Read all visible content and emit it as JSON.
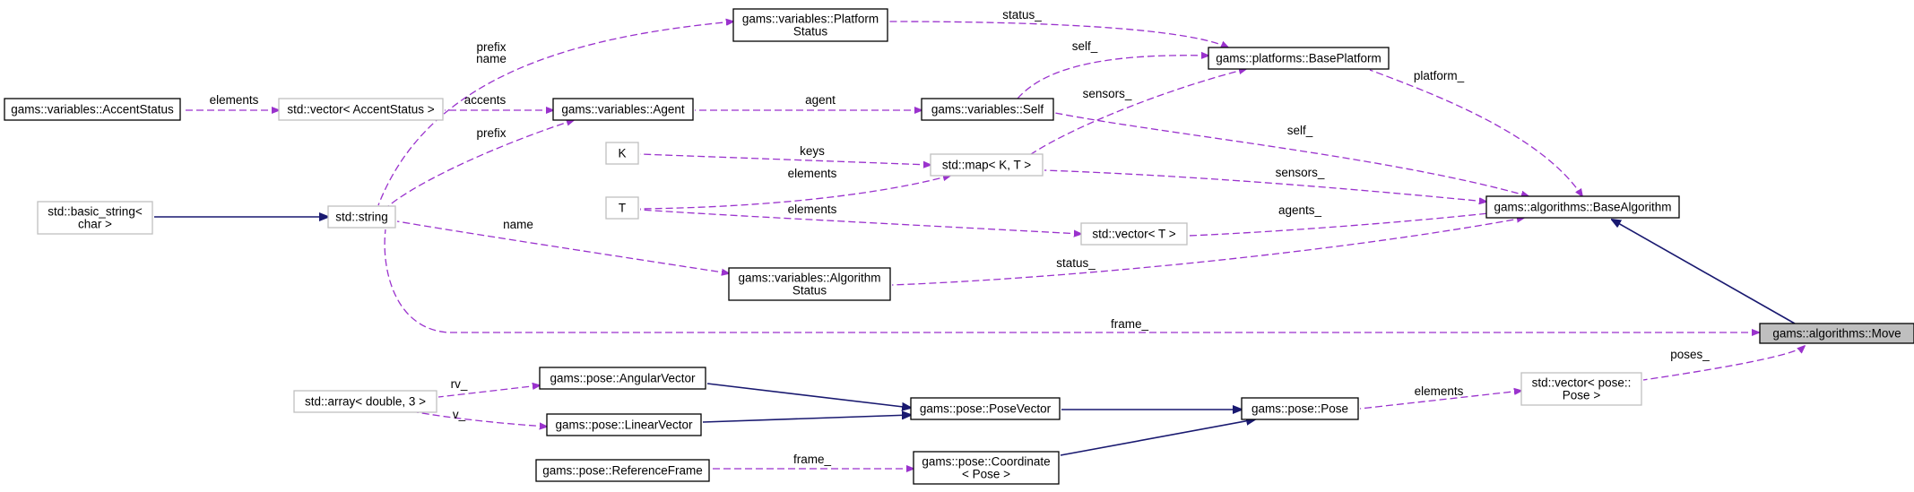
{
  "colors": {
    "usage_edge": "#9a32cd",
    "inheritance_edge": "#191970",
    "external_border": "#bfbfbf",
    "highlight_fill": "#bfbfbf"
  },
  "nodes": [
    {
      "id": "move",
      "lines": [
        "gams::algorithms::Move"
      ],
      "style": "highlight"
    },
    {
      "id": "basealg",
      "lines": [
        "gams::algorithms::BaseAlgorithm"
      ],
      "style": "main"
    },
    {
      "id": "baseplat",
      "lines": [
        "gams::platforms::BasePlatform"
      ],
      "style": "main"
    },
    {
      "id": "platstatus",
      "lines": [
        "gams::variables::Platform",
        "Status"
      ],
      "style": "main"
    },
    {
      "id": "self",
      "lines": [
        "gams::variables::Self"
      ],
      "style": "main"
    },
    {
      "id": "agent",
      "lines": [
        "gams::variables::Agent"
      ],
      "style": "main"
    },
    {
      "id": "accent",
      "lines": [
        "gams::variables::AccentStatus"
      ],
      "style": "main"
    },
    {
      "id": "vecaccent",
      "lines": [
        "std::vector< AccentStatus >"
      ],
      "style": "ext"
    },
    {
      "id": "string",
      "lines": [
        "std::string"
      ],
      "style": "ext"
    },
    {
      "id": "basicstring",
      "lines": [
        "std::basic_string<",
        "char >"
      ],
      "style": "ext"
    },
    {
      "id": "k",
      "lines": [
        "K"
      ],
      "style": "ext"
    },
    {
      "id": "t",
      "lines": [
        "T"
      ],
      "style": "ext"
    },
    {
      "id": "map",
      "lines": [
        "std::map< K, T >"
      ],
      "style": "ext"
    },
    {
      "id": "vect",
      "lines": [
        "std::vector< T >"
      ],
      "style": "ext"
    },
    {
      "id": "algstatus",
      "lines": [
        "gams::variables::Algorithm",
        "Status"
      ],
      "style": "main"
    },
    {
      "id": "vecpose",
      "lines": [
        "std::vector< pose::",
        "Pose >"
      ],
      "style": "ext"
    },
    {
      "id": "pose",
      "lines": [
        "gams::pose::Pose"
      ],
      "style": "main"
    },
    {
      "id": "posevector",
      "lines": [
        "gams::pose::PoseVector"
      ],
      "style": "main"
    },
    {
      "id": "angular",
      "lines": [
        "gams::pose::AngularVector"
      ],
      "style": "main"
    },
    {
      "id": "linear",
      "lines": [
        "gams::pose::LinearVector"
      ],
      "style": "main"
    },
    {
      "id": "array",
      "lines": [
        "std::array< double, 3 >"
      ],
      "style": "ext"
    },
    {
      "id": "coordinate",
      "lines": [
        "gams::pose::Coordinate",
        "< Pose >"
      ],
      "style": "main"
    },
    {
      "id": "refframe",
      "lines": [
        "gams::pose::ReferenceFrame"
      ],
      "style": "main"
    }
  ],
  "edges": [
    {
      "from": "basealg",
      "to": "move",
      "kind": "inheritance"
    },
    {
      "from": "basicstring",
      "to": "string",
      "kind": "inheritance"
    },
    {
      "from": "pose",
      "to": "coordinate",
      "kind": "inheritance"
    },
    {
      "from": "posevector",
      "to": "pose",
      "kind": "inheritance"
    },
    {
      "from": "angular",
      "to": "posevector",
      "kind": "inheritance"
    },
    {
      "from": "linear",
      "to": "posevector",
      "kind": "inheritance"
    },
    {
      "from": "string",
      "to": "move",
      "kind": "usage",
      "labels": [
        "frame_"
      ]
    },
    {
      "from": "vecpose",
      "to": "move",
      "kind": "usage",
      "labels": [
        "poses_"
      ]
    },
    {
      "from": "pose",
      "to": "vecpose",
      "kind": "usage",
      "labels": [
        "elements"
      ]
    },
    {
      "from": "baseplat",
      "to": "basealg",
      "kind": "usage",
      "labels": [
        "platform_"
      ]
    },
    {
      "from": "self",
      "to": "basealg",
      "kind": "usage",
      "labels": [
        "self_"
      ]
    },
    {
      "from": "map",
      "to": "basealg",
      "kind": "usage",
      "labels": [
        "sensors_"
      ]
    },
    {
      "from": "vect",
      "to": "basealg",
      "kind": "usage",
      "labels": [
        "agents_"
      ]
    },
    {
      "from": "algstatus",
      "to": "basealg",
      "kind": "usage",
      "labels": [
        "status_"
      ]
    },
    {
      "from": "platstatus",
      "to": "baseplat",
      "kind": "usage",
      "labels": [
        "status_"
      ]
    },
    {
      "from": "self",
      "to": "baseplat",
      "kind": "usage",
      "labels": [
        "self_"
      ]
    },
    {
      "from": "map",
      "to": "baseplat",
      "kind": "usage",
      "labels": [
        "sensors_"
      ]
    },
    {
      "from": "agent",
      "to": "self",
      "kind": "usage",
      "labels": [
        "agent"
      ]
    },
    {
      "from": "vecaccent",
      "to": "agent",
      "kind": "usage",
      "labels": [
        "accents"
      ]
    },
    {
      "from": "string",
      "to": "agent",
      "kind": "usage",
      "labels": [
        "prefix"
      ]
    },
    {
      "from": "accent",
      "to": "vecaccent",
      "kind": "usage",
      "labels": [
        "elements"
      ]
    },
    {
      "from": "string",
      "to": "platstatus",
      "kind": "usage",
      "labels": [
        "prefix",
        "name"
      ]
    },
    {
      "from": "string",
      "to": "algstatus",
      "kind": "usage",
      "labels": [
        "name"
      ]
    },
    {
      "from": "k",
      "to": "map",
      "kind": "usage",
      "labels": [
        "keys"
      ]
    },
    {
      "from": "t",
      "to": "map",
      "kind": "usage",
      "labels": [
        "elements"
      ]
    },
    {
      "from": "t",
      "to": "vect",
      "kind": "usage",
      "labels": [
        "elements"
      ]
    },
    {
      "from": "array",
      "to": "angular",
      "kind": "usage",
      "labels": [
        "rv_"
      ]
    },
    {
      "from": "array",
      "to": "linear",
      "kind": "usage",
      "labels": [
        "v_"
      ]
    },
    {
      "from": "refframe",
      "to": "coordinate",
      "kind": "usage",
      "labels": [
        "frame_"
      ]
    }
  ]
}
